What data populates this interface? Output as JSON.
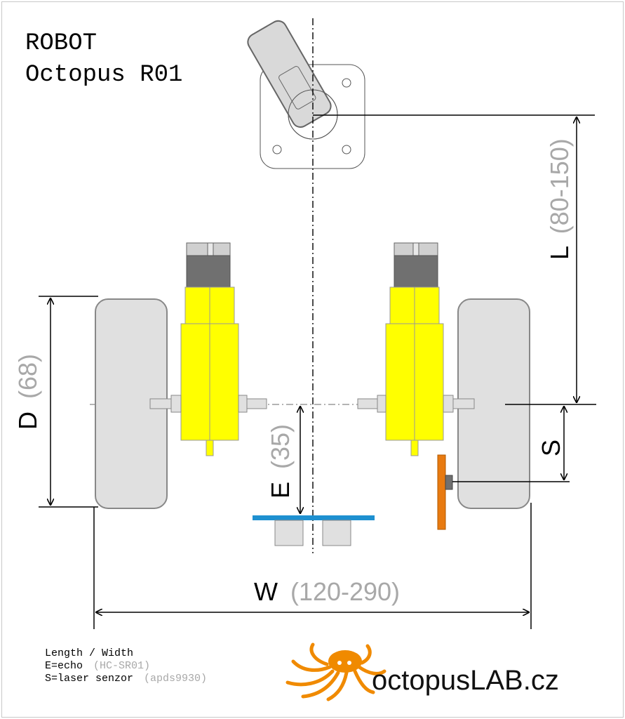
{
  "title": {
    "line1": "ROBOT",
    "line2": "Octopus R01"
  },
  "dimensions": {
    "L": {
      "letter": "L",
      "range": "(80-150)"
    },
    "D": {
      "letter": "D",
      "value": "(68)"
    },
    "E": {
      "letter": "E",
      "value": "(35)"
    },
    "S": {
      "letter": "S"
    },
    "W": {
      "letter": "W",
      "range": "(120-290)"
    }
  },
  "legend": {
    "line1": "Length / Width",
    "line2_main": "E=echo",
    "line2_note": "(HC-SR01)",
    "line3_main": "S=laser senzor",
    "line3_note": "(apds9930)"
  },
  "brand": {
    "name": "octopusLAB.cz"
  },
  "colors": {
    "motor": "#ffff00",
    "wheel": "#e0e0e0",
    "sensor_bar": "#1e90d0",
    "laser": "#e87a10",
    "logo": "#f08a00",
    "muted_text": "#a8a8a8"
  }
}
